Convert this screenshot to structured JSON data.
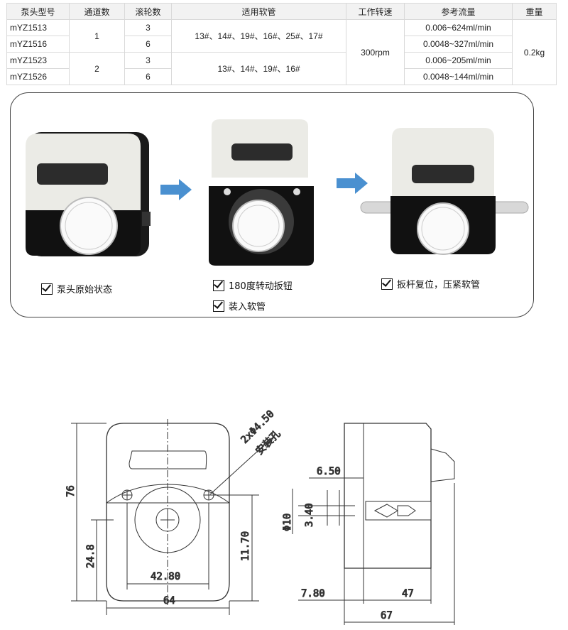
{
  "table": {
    "headers": [
      "泵头型号",
      "通道数",
      "滚轮数",
      "适用软管",
      "工作转速",
      "参考流量",
      "重量"
    ],
    "rows": [
      {
        "model": "mYZ1513",
        "channels": "1",
        "rollers": "3",
        "tubes": "13#、14#、19#、16#、25#、17#",
        "speed": "300rpm",
        "flow": "0.006~624ml/min",
        "weight": "0.2kg"
      },
      {
        "model": "mYZ1516",
        "rollers": "6",
        "flow": "0.0048~327ml/min"
      },
      {
        "model": "mYZ1523",
        "channels": "2",
        "rollers": "3",
        "tubes": "13#、14#、19#、16#",
        "flow": "0.006~205ml/min"
      },
      {
        "model": "mYZ1526",
        "rollers": "6",
        "flow": "0.0048~144ml/min"
      }
    ]
  },
  "steps": {
    "step1": "泵头原始状态",
    "step2a": "180度转动扳钮",
    "step2b": "装入软管",
    "step3": "扳杆复位，压紧软管"
  },
  "drawing": {
    "hole_note_1": "2xΦ4.50",
    "hole_note_2": "安装孔",
    "dim_76": "76",
    "dim_24_8": "24.8",
    "dim_11_70": "11.70",
    "dim_42_80": "42.80",
    "dim_64": "64",
    "dim_6_50": "6.50",
    "dim_phi10": "Φ10",
    "dim_3_40": "3.40",
    "dim_7_80": "7.80",
    "dim_47": "47",
    "dim_67": "67"
  },
  "colors": {
    "arrow": "#4a90d0",
    "pump_body": "#1a1a1a",
    "pump_cap": "#e6e6e0",
    "lever": "#2a2a2a"
  }
}
